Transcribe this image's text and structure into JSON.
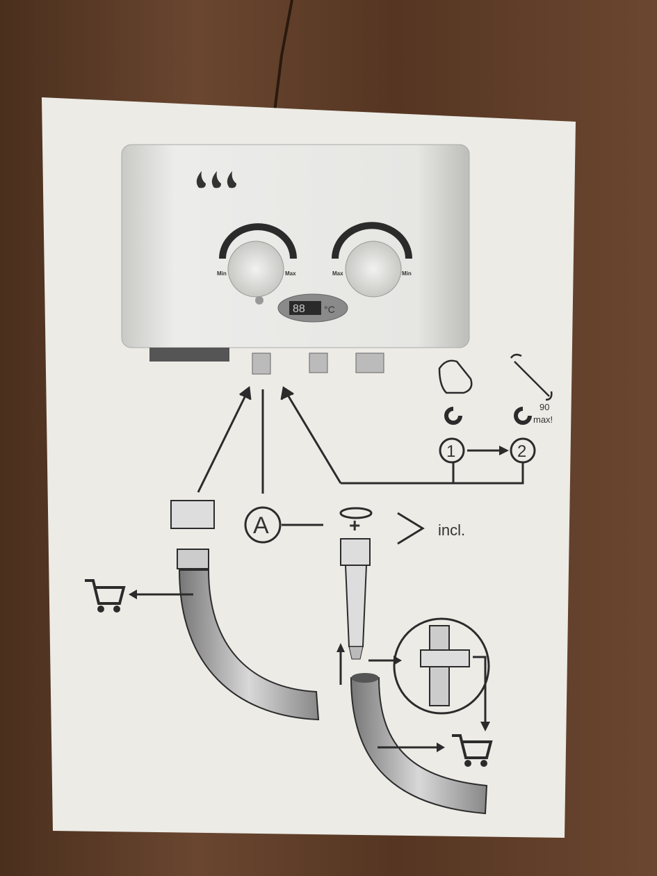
{
  "heater": {
    "left_knob": {
      "min_label": "Min",
      "max_label": "Max"
    },
    "right_knob": {
      "max_label": "Max",
      "min_label": "Min"
    },
    "display": {
      "value": "88",
      "unit": "°C"
    }
  },
  "steps": {
    "step1": "1",
    "step2": "2",
    "torque_value": "90",
    "torque_note": "max!"
  },
  "parts": {
    "label_a": "A",
    "plus": "+",
    "included": "incl."
  },
  "colors": {
    "wood": "#5a3b26",
    "paper": "#ecebe6",
    "ink": "#2b2b2b"
  }
}
